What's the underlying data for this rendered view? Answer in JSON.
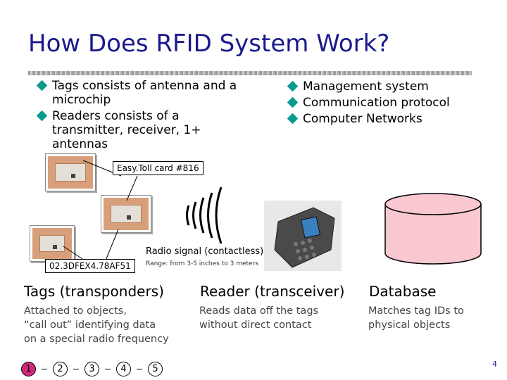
{
  "title": "How Does RFID System Work?",
  "left_bullets": [
    "Tags consists of antenna and a microchip",
    "Readers consists of a transmitter, receiver, 1+ antennas"
  ],
  "right_bullets": [
    "Management system",
    "Communication protocol",
    "Computer Networks"
  ],
  "labels": {
    "card": "Easy.Toll card #816",
    "tag_id": "02.3DFEX4.78AF51",
    "radio": "Radio signal (contactless)",
    "range": "Range: from 3-5 inches to 3 meters"
  },
  "columns": [
    {
      "heading": "Tags (transponders)",
      "desc": "Attached to objects,\n“call out” identifying data\non a special radio frequency"
    },
    {
      "heading": "Reader (transceiver)",
      "desc": "Reads data off the tags\nwithout direct contact"
    },
    {
      "heading": "Database",
      "desc": "Matches tag IDs to\nphysical objects"
    }
  ],
  "steps": [
    "1",
    "2",
    "3",
    "4",
    "5"
  ],
  "active_step": "1",
  "page_number": "4",
  "colors": {
    "title": "#1a1a8c",
    "bullet": "#0c9a8e",
    "database": "#f9c8d0",
    "active_step": "#d2287a"
  }
}
